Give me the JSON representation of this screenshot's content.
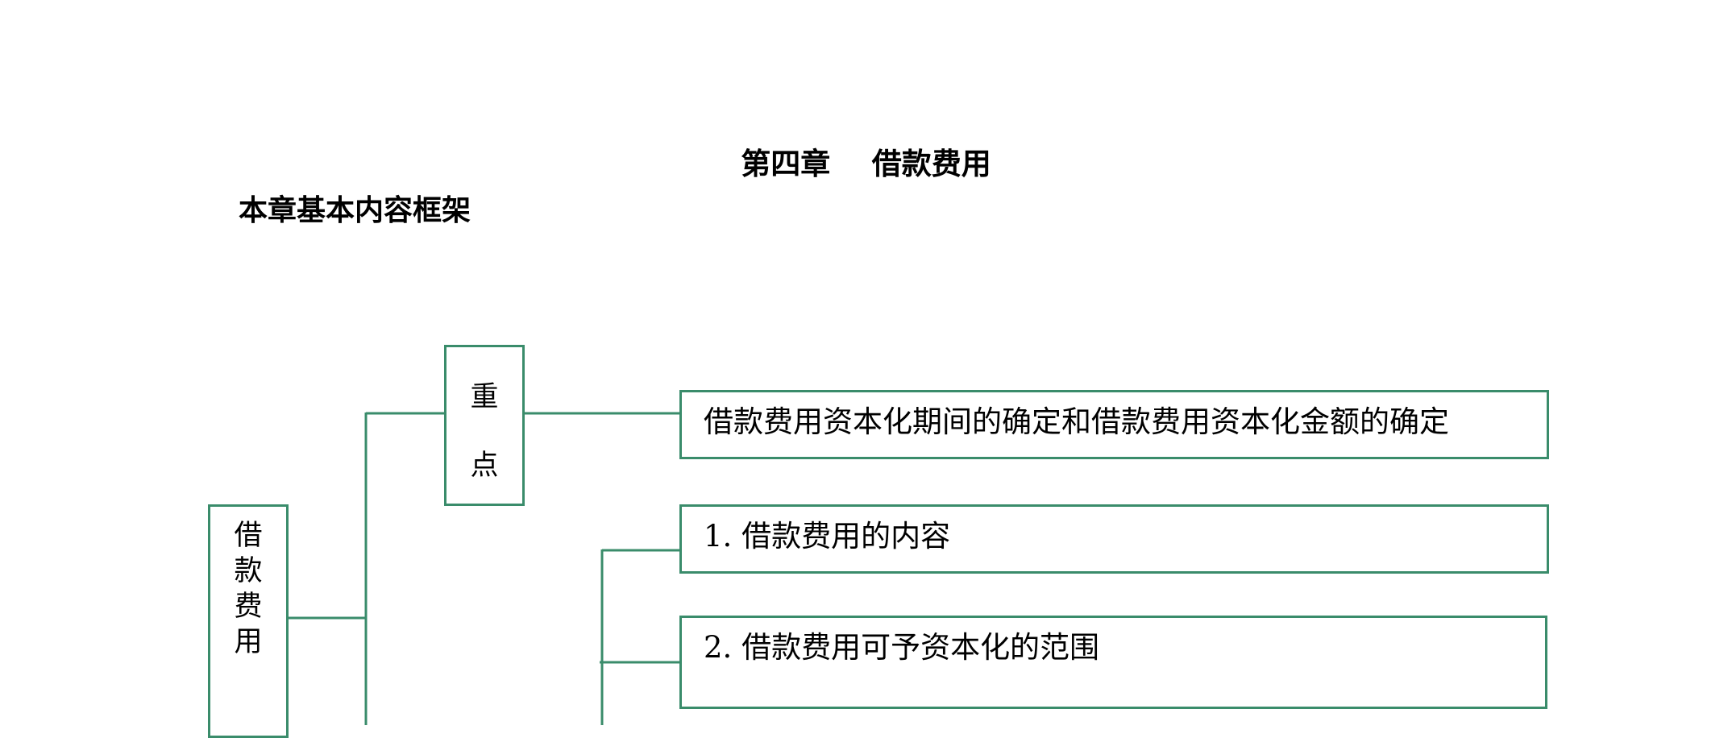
{
  "header": {
    "chapter_title": "第四章    借款费用",
    "section_title": "本章基本内容框架"
  },
  "framework": {
    "root": {
      "label": "借款费用"
    },
    "key_point": {
      "label": "重点",
      "detail": "借款费用资本化期间的确定和借款费用资本化金额的确定"
    },
    "items": [
      "1. 借款费用的内容",
      "2. 借款费用可予资本化的范围"
    ]
  },
  "colors": {
    "box_border": "#3a8c6b",
    "connector": "#3a8c6b"
  }
}
